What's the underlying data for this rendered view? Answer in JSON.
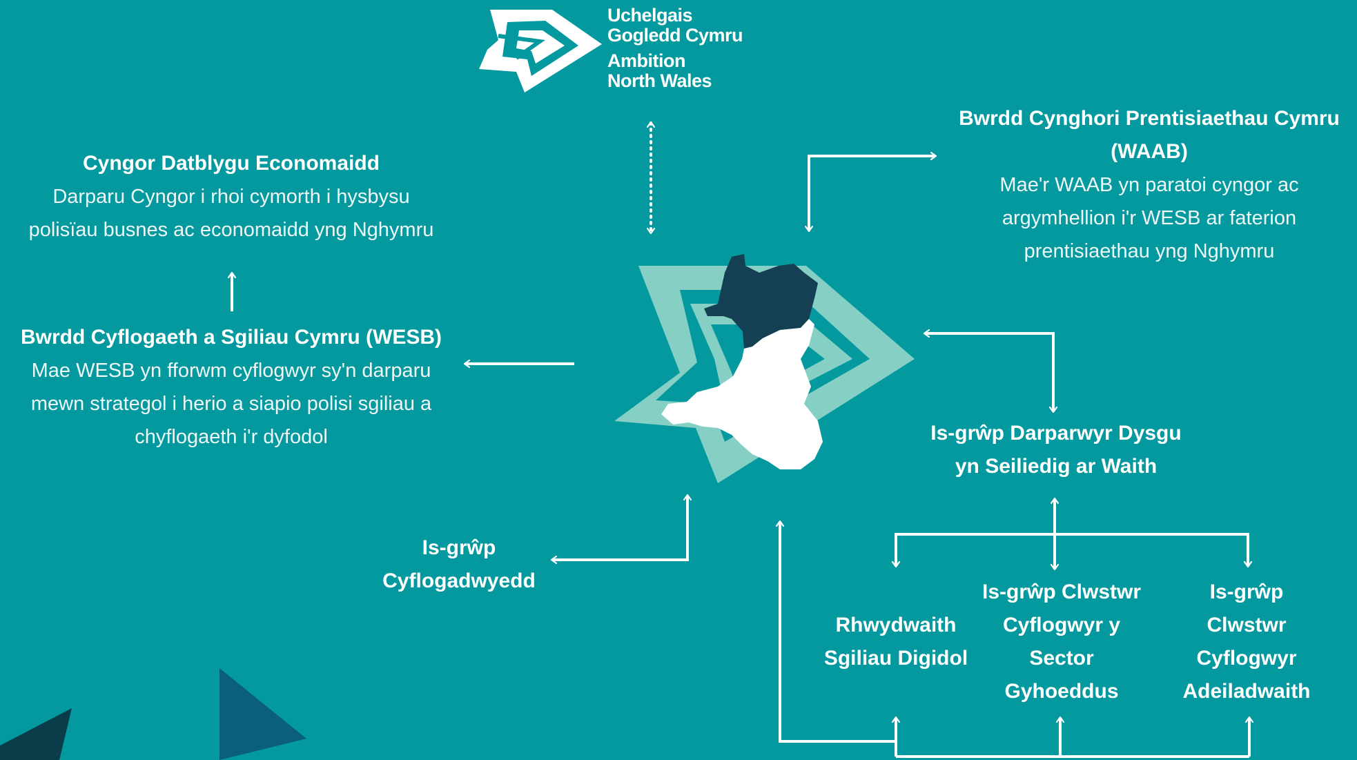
{
  "logo": {
    "line1": "Uchelgais",
    "line2": "Gogledd Cymru",
    "line3": "Ambition",
    "line4": "North Wales"
  },
  "economic_council": {
    "title": "Cyngor Datblygu Economaidd",
    "desc_line1": "Darparu Cyngor i rhoi cymorth i hysbysu",
    "desc_line2": "polisïau busnes ac economaidd yng Nghymru"
  },
  "wesb": {
    "title": "Bwrdd Cyflogaeth a Sgiliau Cymru (WESB)",
    "desc_line1": "Mae WESB yn fforwm cyflogwyr sy'n darparu",
    "desc_line2": "mewn strategol i herio a siapio polisi sgiliau a",
    "desc_line3": "chyflogaeth i'r dyfodol"
  },
  "waab": {
    "title_line1": "Bwrdd Cynghori Prentisiaethau Cymru",
    "title_line2": "(WAAB)",
    "desc_line1": "Mae'r WAAB yn paratoi cyngor ac",
    "desc_line2": "argymhellion i'r WESB ar faterion",
    "desc_line3": "prentisiaethau yng Nghymru"
  },
  "work_based_learning": {
    "line1": "Is-grŵp Darparwyr Dysgu",
    "line2": "yn Seiliedig ar Waith"
  },
  "employers_subgroup": {
    "line1": "Is-grŵp",
    "line2": "Cyflogadwyedd"
  },
  "digital_skills": {
    "line1": "Rhwydwaith",
    "line2": "Sgiliau Digidol"
  },
  "public_sector": {
    "line1": "Is-grŵp Clwstwr",
    "line2": "Cyflogwyr y",
    "line3": "Sector",
    "line4": "Gyhoeddus"
  },
  "construction": {
    "line1": "Is-grŵp",
    "line2": "Clwstwr",
    "line3": "Cyflogwyr",
    "line4": "Adeiladwaith"
  },
  "colors": {
    "background": "#04999f",
    "logo_shape": "#86cfc5",
    "north_wales": "#153f52",
    "wales": "#ffffff",
    "corner_dark": "#0b3c4a",
    "corner_blue": "#0b5f7a"
  }
}
